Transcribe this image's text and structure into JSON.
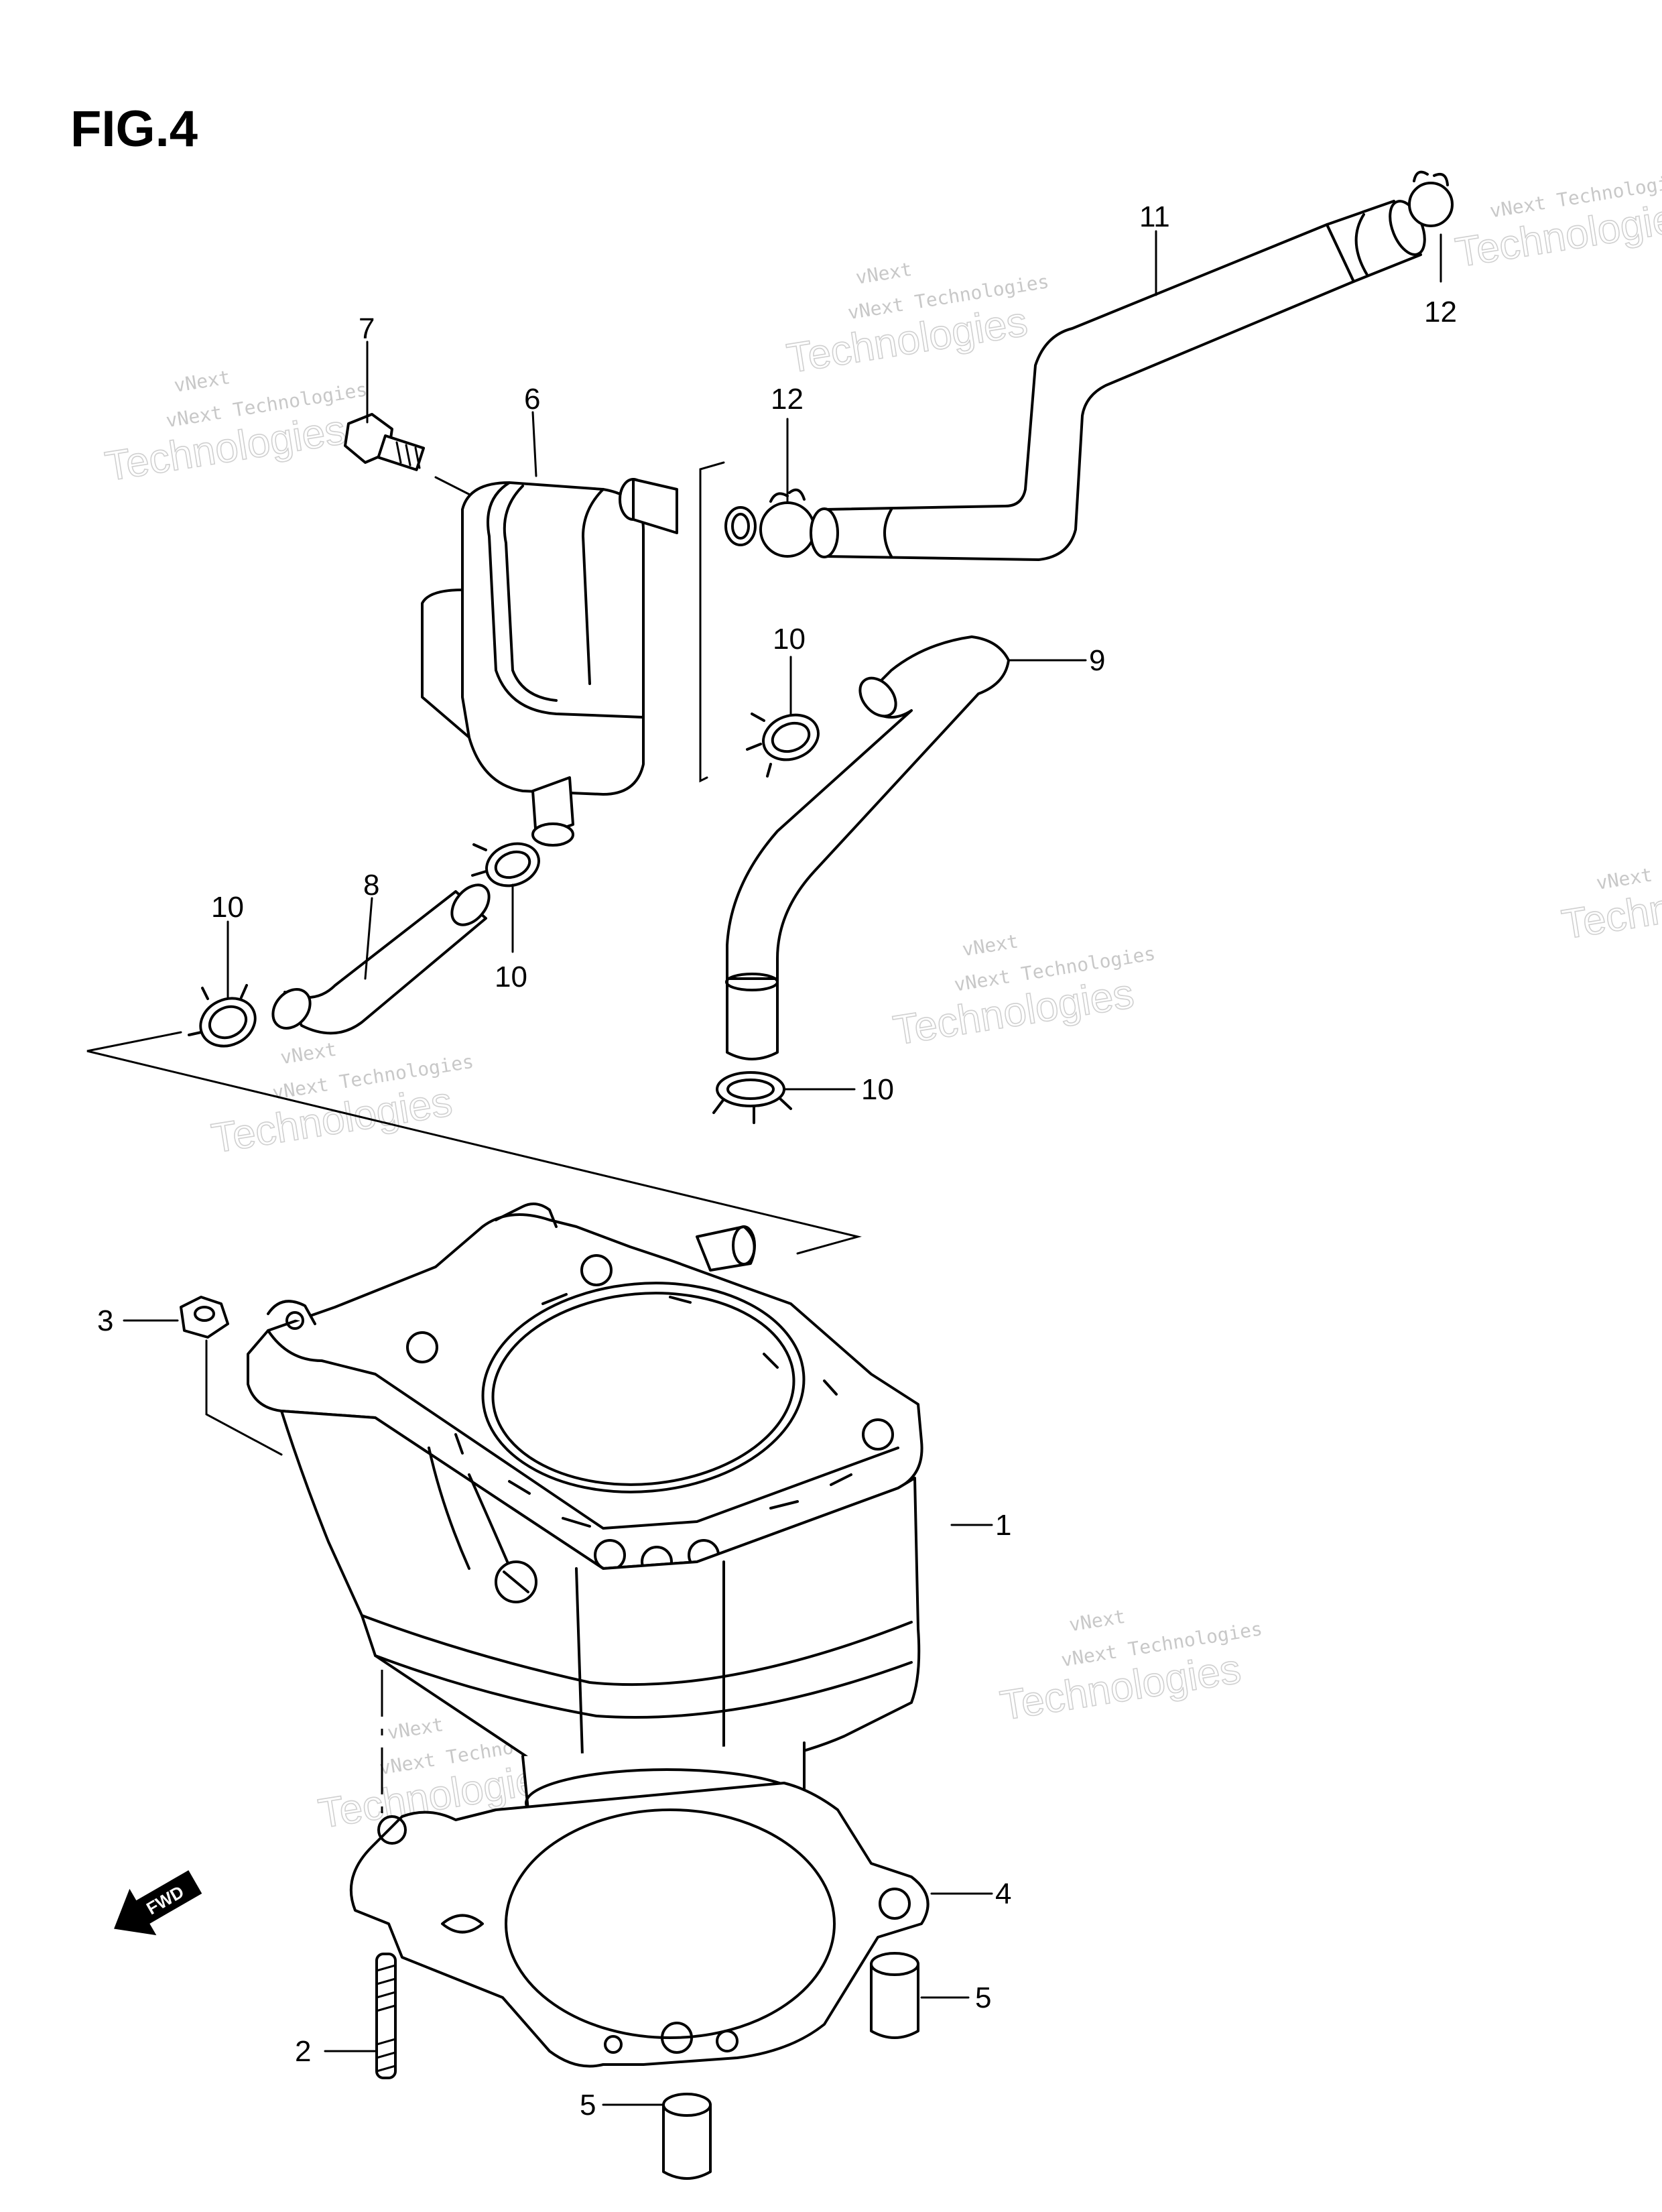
{
  "figure": {
    "title": "FIG.4"
  },
  "watermark": {
    "line1": "vNext",
    "line2": "vNext Technologies",
    "line3": "Technologies",
    "color": "#c8c8c8"
  },
  "fwd_label": "FWD",
  "callouts": [
    {
      "id": "c1",
      "part": "1"
    },
    {
      "id": "c2",
      "part": "2"
    },
    {
      "id": "c3",
      "part": "3"
    },
    {
      "id": "c4",
      "part": "4"
    },
    {
      "id": "c5a",
      "part": "5"
    },
    {
      "id": "c5b",
      "part": "5"
    },
    {
      "id": "c6",
      "part": "6"
    },
    {
      "id": "c7",
      "part": "7"
    },
    {
      "id": "c8",
      "part": "8"
    },
    {
      "id": "c9",
      "part": "9"
    },
    {
      "id": "c10a",
      "part": "10"
    },
    {
      "id": "c10b",
      "part": "10"
    },
    {
      "id": "c10c",
      "part": "10"
    },
    {
      "id": "c10d",
      "part": "10"
    },
    {
      "id": "c11",
      "part": "11"
    },
    {
      "id": "c12a",
      "part": "12"
    },
    {
      "id": "c12b",
      "part": "12"
    }
  ]
}
